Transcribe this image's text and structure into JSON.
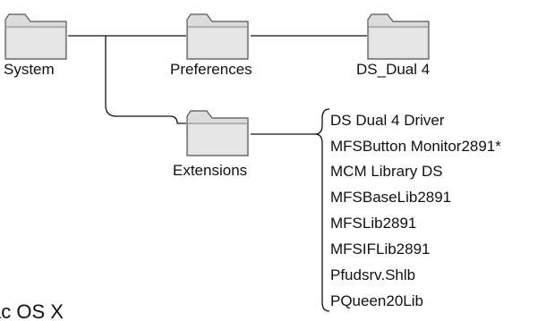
{
  "folders": {
    "system": {
      "label": "System",
      "icon": "folder-icon"
    },
    "preferences": {
      "label": "Preferences",
      "icon": "folder-icon"
    },
    "ds_dual": {
      "label": "DS_Dual 4",
      "icon": "folder-icon"
    },
    "extensions": {
      "label": "Extensions",
      "icon": "folder-icon"
    }
  },
  "extensions_list": [
    "DS Dual 4 Driver",
    "MFSButton Monitor2891*",
    "MCM Library DS",
    "MFSBaseLib2891",
    "MFSLib2891",
    "MFSIFLib2891",
    "Pfudsrv.Shlb",
    "PQueen20Lib"
  ],
  "caption": "ac OS X",
  "colors": {
    "line": "#111111",
    "folder_fill": "#d8d8d8",
    "folder_stroke": "#555555"
  }
}
